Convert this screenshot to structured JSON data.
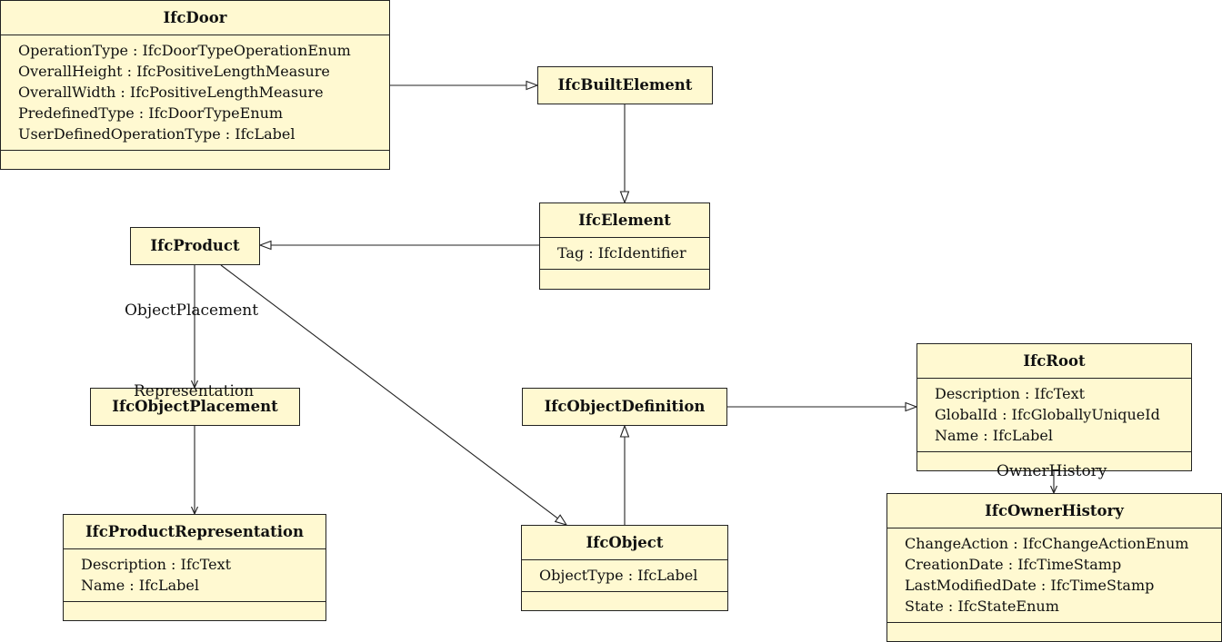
{
  "classes": {
    "ifc_door": {
      "name": "IfcDoor",
      "attributes": [
        "OperationType : IfcDoorTypeOperationEnum",
        "OverallHeight : IfcPositiveLengthMeasure",
        "OverallWidth : IfcPositiveLengthMeasure",
        "PredefinedType : IfcDoorTypeEnum",
        "UserDefinedOperationType : IfcLabel"
      ]
    },
    "ifc_built_element": {
      "name": "IfcBuiltElement"
    },
    "ifc_element": {
      "name": "IfcElement",
      "attributes": [
        "Tag : IfcIdentifier"
      ]
    },
    "ifc_product": {
      "name": "IfcProduct"
    },
    "ifc_object_placement": {
      "name": "IfcObjectPlacement"
    },
    "ifc_product_representation": {
      "name": "IfcProductRepresentation",
      "attributes": [
        "Description : IfcText",
        "Name : IfcLabel"
      ]
    },
    "ifc_object_definition": {
      "name": "IfcObjectDefinition"
    },
    "ifc_object": {
      "name": "IfcObject",
      "attributes": [
        "ObjectType : IfcLabel"
      ]
    },
    "ifc_root": {
      "name": "IfcRoot",
      "attributes": [
        "Description : IfcText",
        "GlobalId : IfcGloballyUniqueId",
        "Name : IfcLabel"
      ]
    },
    "ifc_owner_history": {
      "name": "IfcOwnerHistory",
      "attributes": [
        "ChangeAction : IfcChangeActionEnum",
        "CreationDate : IfcTimeStamp",
        "LastModifiedDate : IfcTimeStamp",
        "State : IfcStateEnum"
      ]
    }
  },
  "associations": {
    "object_placement": "ObjectPlacement",
    "representation": "Representation",
    "owner_history": "OwnerHistory"
  },
  "colors": {
    "class_fill": "#fff9d1",
    "line": "#222222"
  }
}
